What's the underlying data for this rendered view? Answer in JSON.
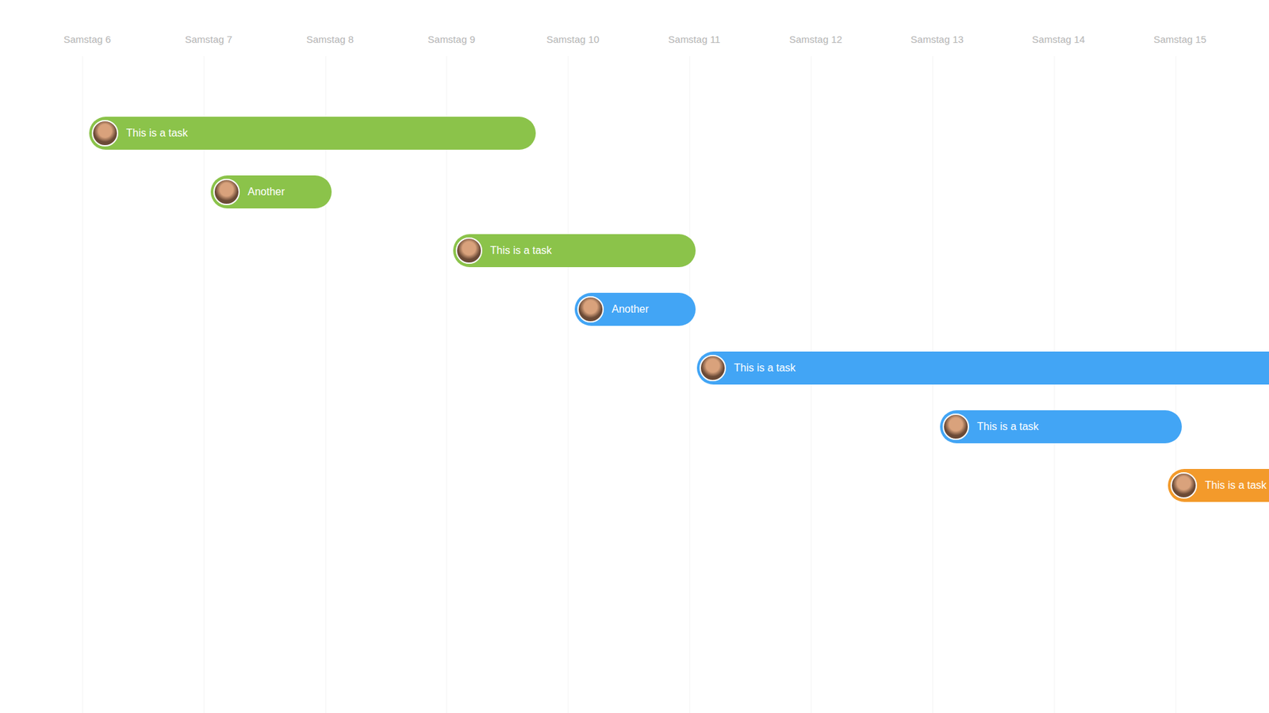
{
  "diagram": {
    "nodes": [
      {
        "text": [
          "This is a task"
        ]
      },
      {
        "text": [
          "Another"
        ]
      },
      {
        "text": [
          "This is a task"
        ]
      },
      {
        "text": [
          "Another"
        ]
      },
      {
        "text": [
          "This is a task"
        ]
      },
      {
        "text": [
          "This is a task"
        ]
      },
      {
        "text": [
          "This is a task"
        ]
      }
    ],
    "labels": [
      "Samstag 6",
      "Samstag 7",
      "Samstag 8",
      "Samstag 9",
      "Samstag 10",
      "Samstag 11",
      "Samstag 12",
      "Samstag 13",
      "Samstag 14",
      "Samstag 15"
    ]
  }
}
